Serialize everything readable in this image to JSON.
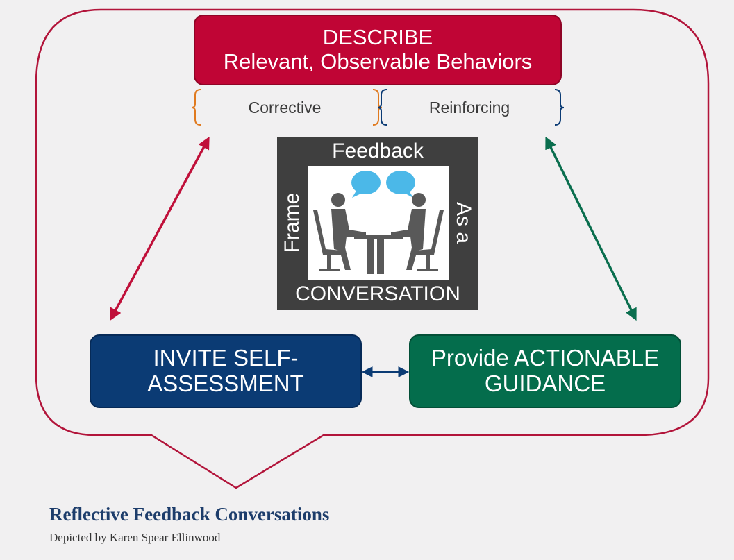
{
  "describe": {
    "line1": "DESCRIBE",
    "line2": "Relevant, Observable Behaviors"
  },
  "braces": {
    "corrective": "Corrective",
    "reinforcing": "Reinforcing"
  },
  "center": {
    "top": "Feedback",
    "left": "Frame",
    "right": "As a",
    "bottom": "CONVERSATION"
  },
  "invite": {
    "line1": "INVITE SELF-",
    "line2": "ASSESSMENT"
  },
  "guidance": {
    "line1": "Provide ACTIONABLE",
    "line2": "GUIDANCE"
  },
  "caption": {
    "title": "Reflective Feedback Conversations",
    "subtitle": "Depicted by Karen Spear Ellinwood"
  },
  "colors": {
    "describe": "#c00535",
    "invite": "#0b3b74",
    "guidance": "#046d4c",
    "outline": "#b2143a",
    "corrective_brace": "#e07a1f",
    "reinforcing_brace": "#0b3b74",
    "speech_bubble": "#4bb8e8",
    "people": "#595959"
  },
  "icons": [
    "speech-bubble-icon",
    "meeting-people-icon",
    "double-arrow-icon"
  ]
}
